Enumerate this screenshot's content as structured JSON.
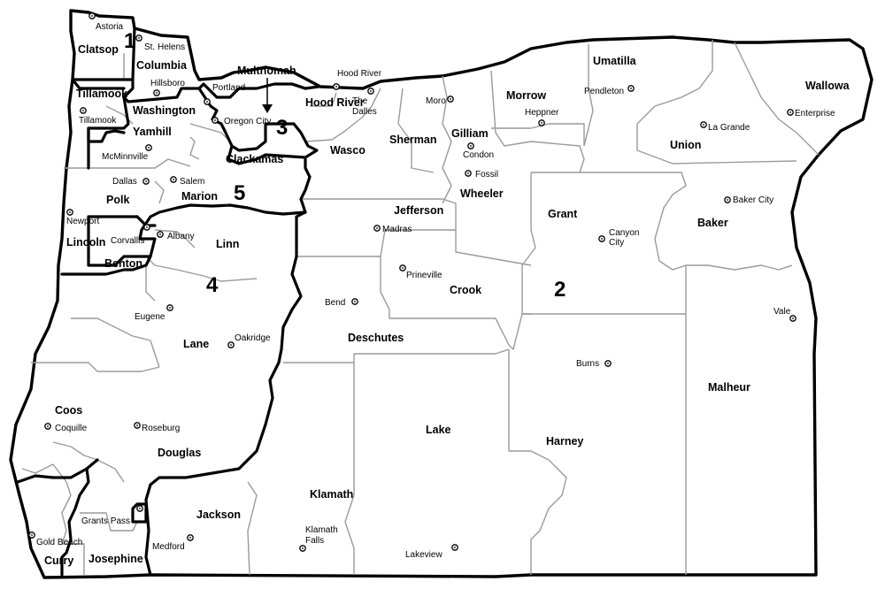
{
  "map": {
    "counties": [
      {
        "name": "Clatsop"
      },
      {
        "name": "Columbia"
      },
      {
        "name": "Tillamook"
      },
      {
        "name": "Washington"
      },
      {
        "name": "Multnomah"
      },
      {
        "name": "Hood River"
      },
      {
        "name": "Yamhill"
      },
      {
        "name": "Clackamas"
      },
      {
        "name": "Wasco"
      },
      {
        "name": "Sherman"
      },
      {
        "name": "Gilliam"
      },
      {
        "name": "Morrow"
      },
      {
        "name": "Umatilla"
      },
      {
        "name": "Union"
      },
      {
        "name": "Wallowa"
      },
      {
        "name": "Polk"
      },
      {
        "name": "Marion"
      },
      {
        "name": "Lincoln"
      },
      {
        "name": "Benton"
      },
      {
        "name": "Linn"
      },
      {
        "name": "Jefferson"
      },
      {
        "name": "Wheeler"
      },
      {
        "name": "Grant"
      },
      {
        "name": "Baker"
      },
      {
        "name": "Crook"
      },
      {
        "name": "Deschutes"
      },
      {
        "name": "Lane"
      },
      {
        "name": "Malheur"
      },
      {
        "name": "Coos"
      },
      {
        "name": "Douglas"
      },
      {
        "name": "Lake"
      },
      {
        "name": "Harney"
      },
      {
        "name": "Klamath"
      },
      {
        "name": "Jackson"
      },
      {
        "name": "Curry"
      },
      {
        "name": "Josephine"
      }
    ],
    "cities": [
      {
        "name": "Astoria"
      },
      {
        "name": "St. Helens"
      },
      {
        "name": "Hillsboro"
      },
      {
        "name": "Tillamook"
      },
      {
        "name": "Portland"
      },
      {
        "name": "Hood River"
      },
      {
        "name": "The"
      },
      {
        "name": "Dalles"
      },
      {
        "name": "Moro"
      },
      {
        "name": "Pendleton"
      },
      {
        "name": "Enterprise"
      },
      {
        "name": "Oregon City"
      },
      {
        "name": "Heppner"
      },
      {
        "name": "La Grande"
      },
      {
        "name": "McMinnville"
      },
      {
        "name": "Condon"
      },
      {
        "name": "Fossil"
      },
      {
        "name": "Dallas"
      },
      {
        "name": "Salem"
      },
      {
        "name": "Baker City"
      },
      {
        "name": "Newport"
      },
      {
        "name": "Madras"
      },
      {
        "name": "Corvallis"
      },
      {
        "name": "Albany"
      },
      {
        "name": "Canyon"
      },
      {
        "name": "City"
      },
      {
        "name": "Prineville"
      },
      {
        "name": "Bend"
      },
      {
        "name": "Eugene"
      },
      {
        "name": "Vale"
      },
      {
        "name": "Oakridge"
      },
      {
        "name": "Burns"
      },
      {
        "name": "Coquille"
      },
      {
        "name": "Roseburg"
      },
      {
        "name": "Grants Pass"
      },
      {
        "name": "Klamath"
      },
      {
        "name": "Falls"
      },
      {
        "name": "Gold Beach"
      },
      {
        "name": "Medford"
      },
      {
        "name": "Lakeview"
      }
    ],
    "districts": [
      {
        "label": "1"
      },
      {
        "label": "2"
      },
      {
        "label": "3"
      },
      {
        "label": "4"
      },
      {
        "label": "5"
      }
    ]
  }
}
